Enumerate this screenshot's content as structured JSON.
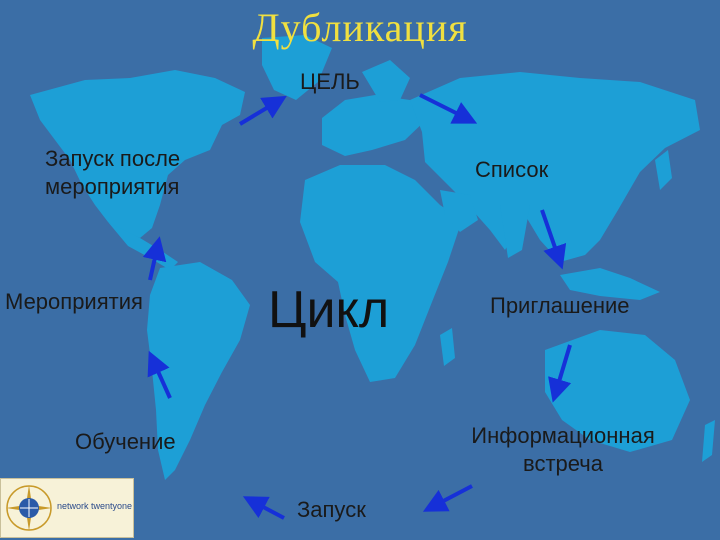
{
  "title": "Дубликация",
  "center_label": "Цикл",
  "nodes": {
    "goal": "ЦЕЛЬ",
    "list": "Список",
    "invitation": "Приглашение",
    "info_meeting_line1": "Информационная",
    "info_meeting_line2": "встреча",
    "launch": "Запуск",
    "training": "Обучение",
    "events": "Мероприятия",
    "after_event_line1": "Запуск после",
    "after_event_line2": "мероприятия"
  },
  "logo": {
    "text": "network twentyone",
    "icon": "compass-rose-icon"
  },
  "colors": {
    "ocean": "#3b6ea6",
    "land": "#1d9fd6",
    "title": "#f0e040",
    "arrow": "#1630d8"
  }
}
